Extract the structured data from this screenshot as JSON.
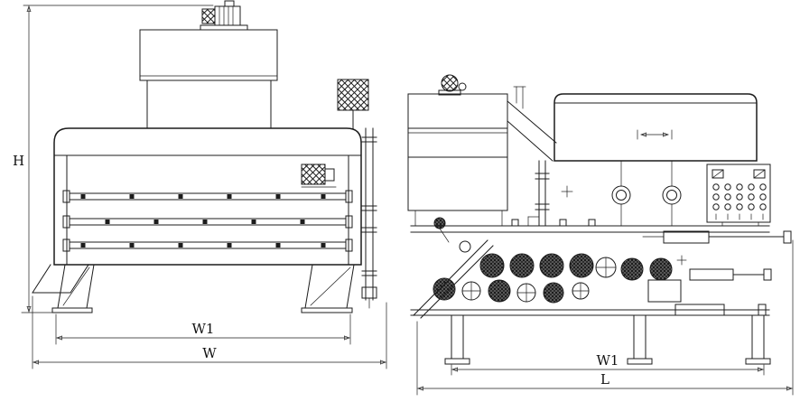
{
  "drawing": {
    "type": "technical-two-view",
    "line_color": "#1c1c1c",
    "background": "#ffffff"
  },
  "front_view": {
    "dims": {
      "height": "H",
      "width_inner": "W1",
      "width_overall": "W"
    }
  },
  "side_view": {
    "dims": {
      "width_inner": "W1",
      "length_overall": "L"
    }
  }
}
